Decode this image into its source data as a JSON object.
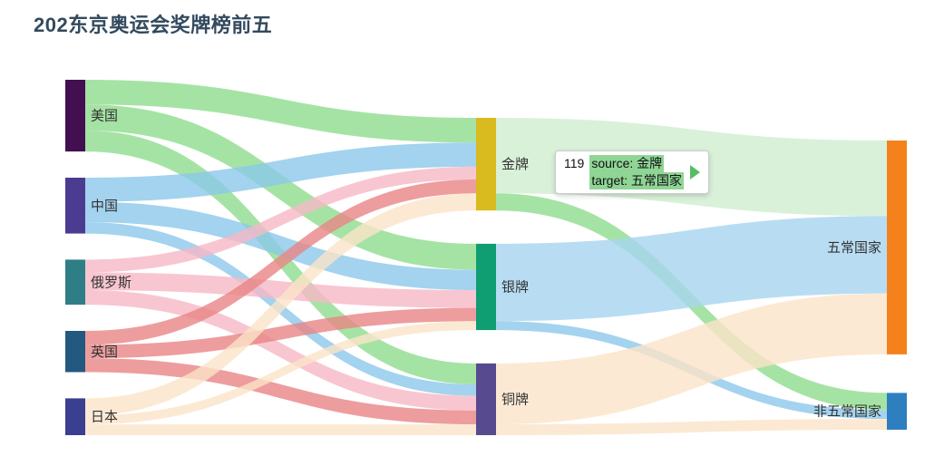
{
  "chart_data": {
    "type": "sankey",
    "title": "202东京奥运会奖牌榜前五",
    "title_color": "#334a5e",
    "label_color": "#333333",
    "nodes": [
      {
        "name": "美国",
        "depth": 0,
        "value": 113,
        "color": "#421050"
      },
      {
        "name": "中国",
        "depth": 0,
        "value": 88,
        "color": "#4b3c92"
      },
      {
        "name": "俄罗斯",
        "depth": 0,
        "value": 71,
        "color": "#2f7e86"
      },
      {
        "name": "英国",
        "depth": 0,
        "value": 65,
        "color": "#24597f"
      },
      {
        "name": "日本",
        "depth": 0,
        "value": 58,
        "color": "#3a3f90"
      },
      {
        "name": "金牌",
        "depth": 1,
        "value": 146,
        "color": "#d9ba1f"
      },
      {
        "name": "银牌",
        "depth": 1,
        "value": 136,
        "color": "#0f9d72"
      },
      {
        "name": "铜牌",
        "depth": 1,
        "value": 113,
        "color": "#584a8e"
      },
      {
        "name": "五常国家",
        "depth": 2,
        "value": 337,
        "color": "#f5811c"
      },
      {
        "name": "非五常国家",
        "depth": 2,
        "value": 58,
        "color": "#2d7fc0"
      }
    ],
    "links": [
      {
        "source": "美国",
        "target": "金牌",
        "value": 39,
        "color": "#8fdc8f"
      },
      {
        "source": "美国",
        "target": "银牌",
        "value": 41,
        "color": "#8fdc8f"
      },
      {
        "source": "美国",
        "target": "铜牌",
        "value": 33,
        "color": "#8fdc8f"
      },
      {
        "source": "中国",
        "target": "金牌",
        "value": 38,
        "color": "#8cc8ea"
      },
      {
        "source": "中国",
        "target": "银牌",
        "value": 32,
        "color": "#8cc8ea"
      },
      {
        "source": "中国",
        "target": "铜牌",
        "value": 18,
        "color": "#8cc8ea"
      },
      {
        "source": "俄罗斯",
        "target": "金牌",
        "value": 20,
        "color": "#f6b8c5"
      },
      {
        "source": "俄罗斯",
        "target": "银牌",
        "value": 28,
        "color": "#f6b8c5"
      },
      {
        "source": "俄罗斯",
        "target": "铜牌",
        "value": 23,
        "color": "#f6b8c5"
      },
      {
        "source": "英国",
        "target": "金牌",
        "value": 22,
        "color": "#e88484"
      },
      {
        "source": "英国",
        "target": "银牌",
        "value": 21,
        "color": "#e88484"
      },
      {
        "source": "英国",
        "target": "铜牌",
        "value": 22,
        "color": "#e88484"
      },
      {
        "source": "日本",
        "target": "金牌",
        "value": 27,
        "color": "#fbe3c8"
      },
      {
        "source": "日本",
        "target": "银牌",
        "value": 14,
        "color": "#fbe3c8"
      },
      {
        "source": "日本",
        "target": "铜牌",
        "value": 17,
        "color": "#fbe3c8"
      },
      {
        "source": "金牌",
        "target": "五常国家",
        "value": 119,
        "color": "#cfeecf"
      },
      {
        "source": "金牌",
        "target": "非五常国家",
        "value": 27,
        "color": "#8fdc8f"
      },
      {
        "source": "银牌",
        "target": "五常国家",
        "value": 122,
        "color": "#a6d4f0"
      },
      {
        "source": "银牌",
        "target": "非五常国家",
        "value": 14,
        "color": "#8cc8ea"
      },
      {
        "source": "铜牌",
        "target": "五常国家",
        "value": 96,
        "color": "#fbe3c8"
      },
      {
        "source": "铜牌",
        "target": "非五常国家",
        "value": 17,
        "color": "#fbe3c8"
      }
    ]
  },
  "tooltip": {
    "value": "119",
    "source_line": "source: 金牌",
    "target_line": "target: 五常国家",
    "highlight_color": "#8fd595"
  }
}
